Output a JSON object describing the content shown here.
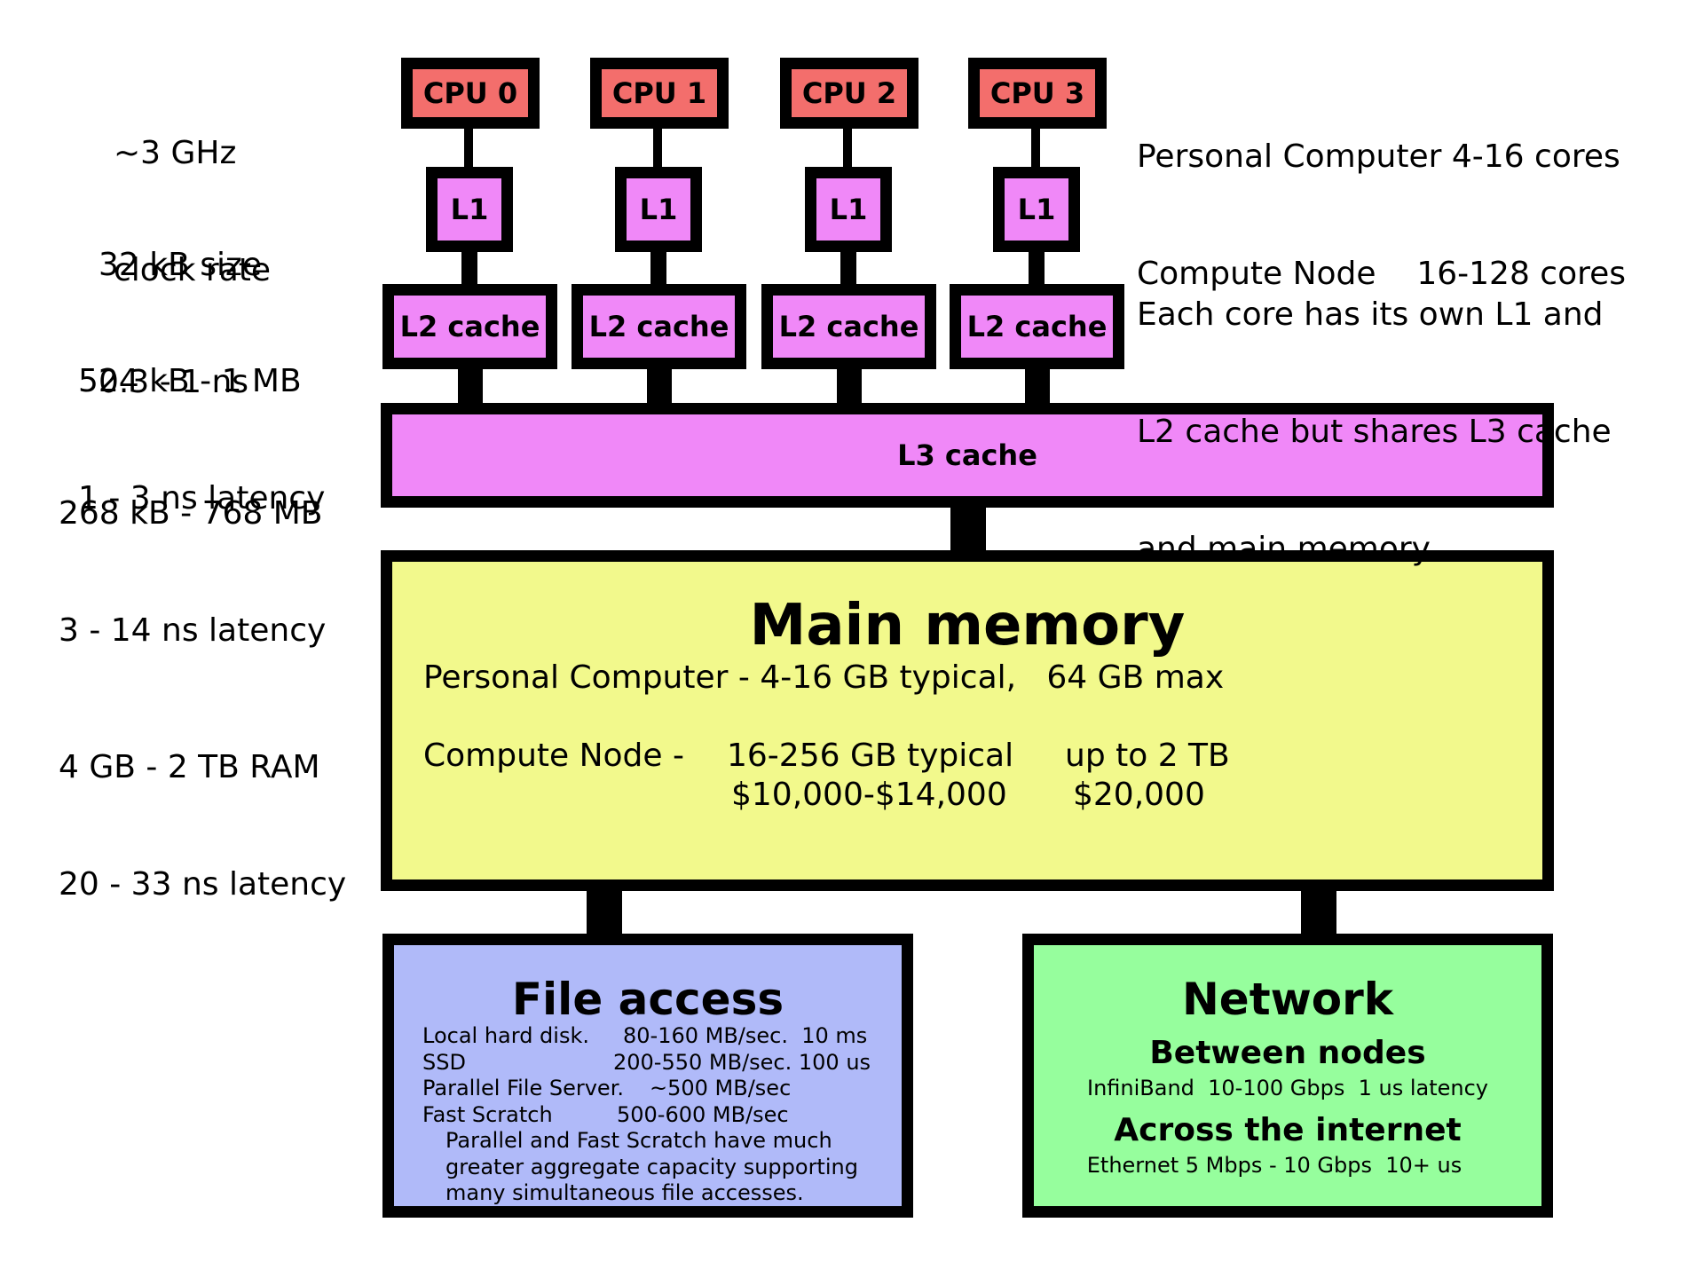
{
  "colors": {
    "cpu": "#f36e6c",
    "cache": "#f088f8",
    "main_memory": "#f2f98c",
    "file_access": "#b0baf9",
    "network": "#96fe9d"
  },
  "cpus": [
    "CPU 0",
    "CPU 1",
    "CPU 2",
    "CPU 3"
  ],
  "l1_label": "L1",
  "l2_label": "L2 cache",
  "l3_label": "L3 cache",
  "left_annotations": {
    "cpu": {
      "line1": "~3 GHz",
      "line2": "clock rate"
    },
    "l1": {
      "line1": "32 kB size",
      "line2": "0.3 - 1 ns"
    },
    "l2": {
      "line1": "524 kB - 1 MB",
      "line2": "1 - 3 ns latency"
    },
    "l3": {
      "line1": "268 kB - 768 MB",
      "line2": "3 - 14 ns latency"
    },
    "main": {
      "line1": "4 GB - 2 TB RAM",
      "line2": "20 - 33 ns latency"
    }
  },
  "right_notes": {
    "cores_line1": "Personal Computer 4-16 cores",
    "cores_line2": "Compute Node    16-128 cores",
    "shared_line1": "Each core has its own L1 and",
    "shared_line2": "L2 cache but shares L3 cache",
    "shared_line3": "and main memory."
  },
  "main_memory": {
    "title": "Main memory",
    "pc_line": "Personal Computer - 4-16 GB typical,   64 GB max",
    "node_label": "Compute Node -",
    "node_typical": "16-256 GB typical",
    "node_max": "up to 2 TB",
    "price_typical": "$10,000-$14,000",
    "price_max": "$20,000"
  },
  "file_access": {
    "title": "File access",
    "rows": [
      {
        "name": "Local hard disk.",
        "value": "80-160 MB/sec.  10 ms"
      },
      {
        "name": "SSD",
        "value": "200-550 MB/sec. 100 us"
      },
      {
        "name": "Parallel File Server.",
        "value": "~500 MB/sec"
      },
      {
        "name": "Fast Scratch",
        "value": "500-600 MB/sec"
      }
    ],
    "note_line1": "Parallel and Fast Scratch have much",
    "note_line2": "greater aggregate capacity supporting",
    "note_line3": "many simultaneous file accesses."
  },
  "network": {
    "title": "Network",
    "between_title": "Between nodes",
    "between_detail": "InfiniBand  10-100 Gbps  1 us latency",
    "internet_title": "Across the internet",
    "internet_detail": "Ethernet 5 Mbps - 10 Gbps  10+ us"
  }
}
